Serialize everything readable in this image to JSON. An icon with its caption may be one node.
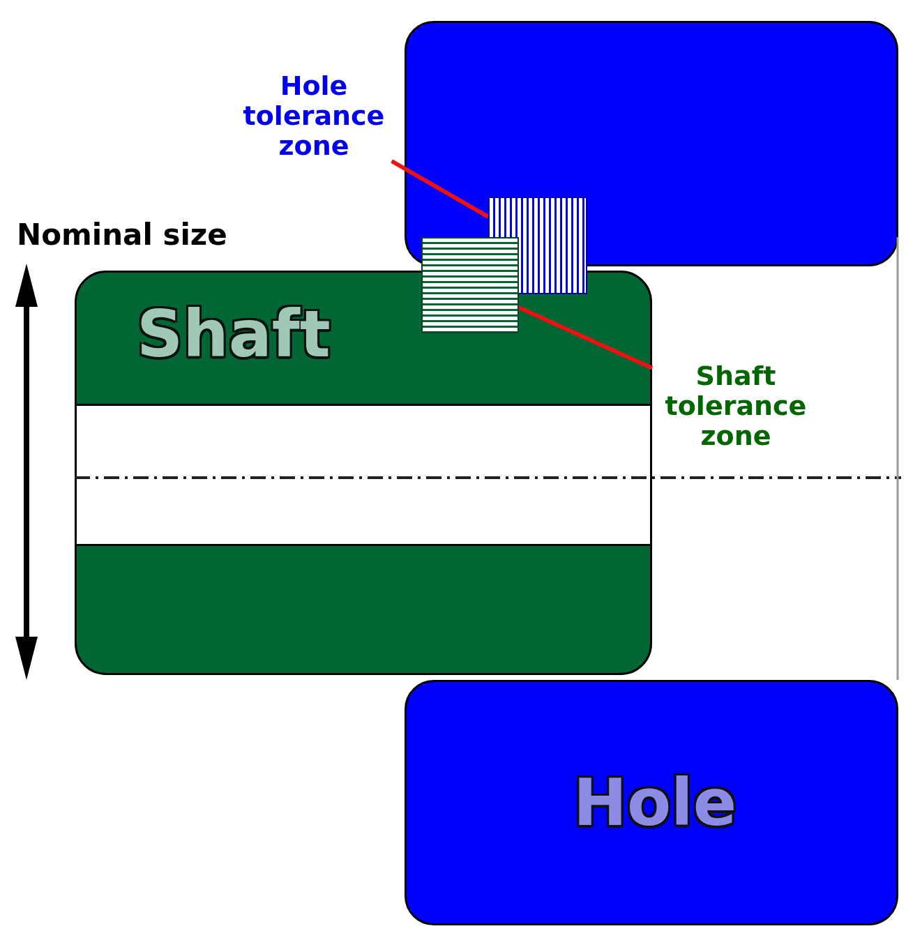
{
  "diagram": {
    "nodes": [
      {
        "text": [
          "Hole tolerance zone"
        ]
      },
      {
        "text": [],
        "shape": "box"
      },
      {
        "text": [],
        "shape": "box"
      },
      {
        "text": [],
        "shape": "box"
      },
      {
        "text": [
          "Shaft"
        ]
      },
      {
        "text": [
          "Shaft tolerance zone"
        ]
      },
      {
        "text": [
          "Hole"
        ]
      }
    ],
    "edges": [
      {
        "from": 0,
        "to": 2,
        "arrow": "none"
      },
      {
        "from": 5,
        "to": 3,
        "arrow": "none"
      }
    ],
    "labels": [
      "Nominal size"
    ]
  }
}
